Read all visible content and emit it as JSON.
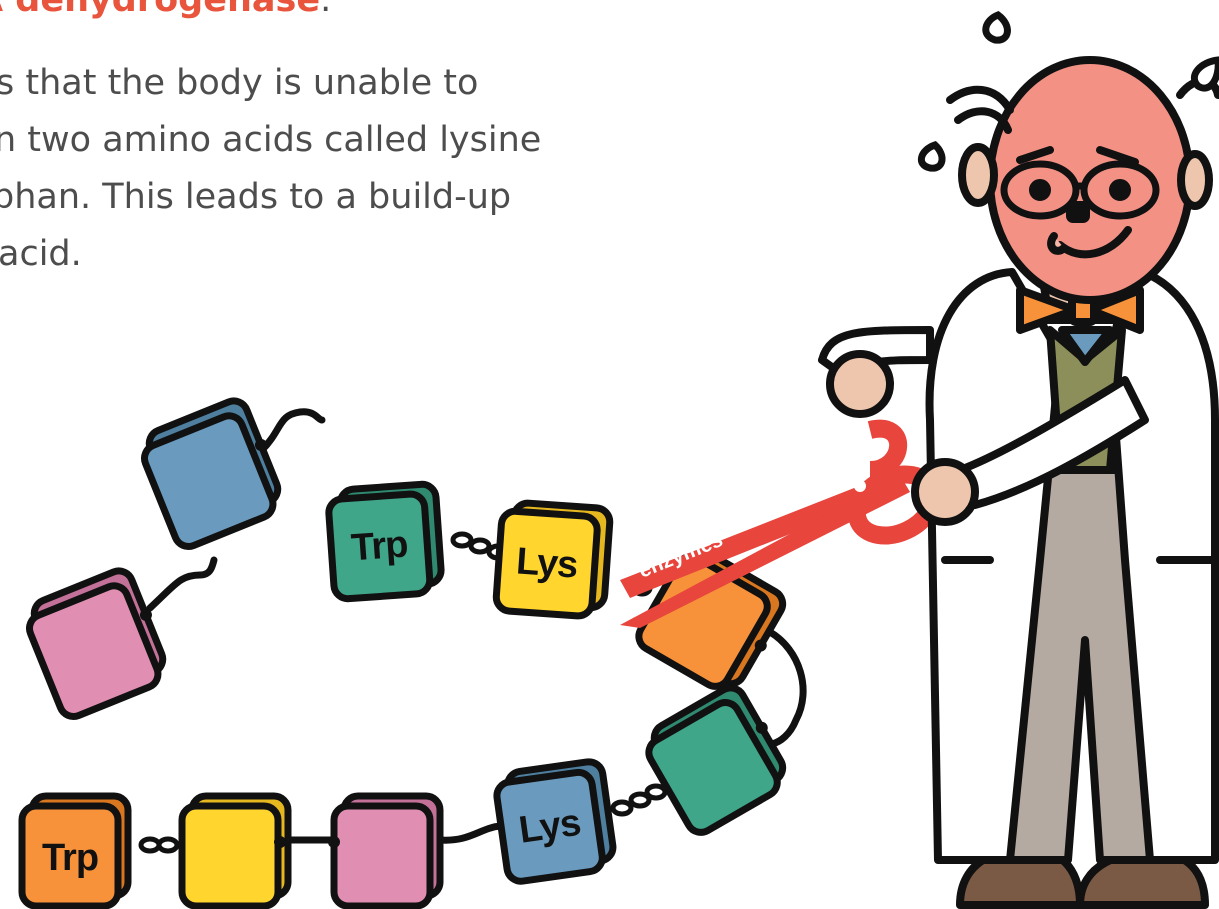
{
  "text": {
    "heading_fragment": "A dehydrogenase",
    "heading_suffix": ".",
    "lines": [
      "s that the body is unable to",
      "n two amino acids called lysine",
      "phan. This leads to a build-up",
      "acid."
    ]
  },
  "blocks": {
    "trp_top": "Trp",
    "lys_top": "Lys",
    "trp_bottom": "Trp",
    "lys_bottom": "Lys"
  },
  "scissors_label": "enzymes",
  "colors": {
    "trp_top": "#3fa68a",
    "lys_top": "#ffd52e",
    "orange": "#f7923a",
    "teal": "#3fa68a",
    "blue": "#6a9bbf",
    "pink": "#e18eb3",
    "yellow": "#ffd52e",
    "scissors": "#e8453c",
    "head": "#f07a6e",
    "coat": "#ffffff",
    "trousers": "#b5aaa2",
    "bowtie": "#f7923a",
    "shoes": "#7a5a45"
  }
}
